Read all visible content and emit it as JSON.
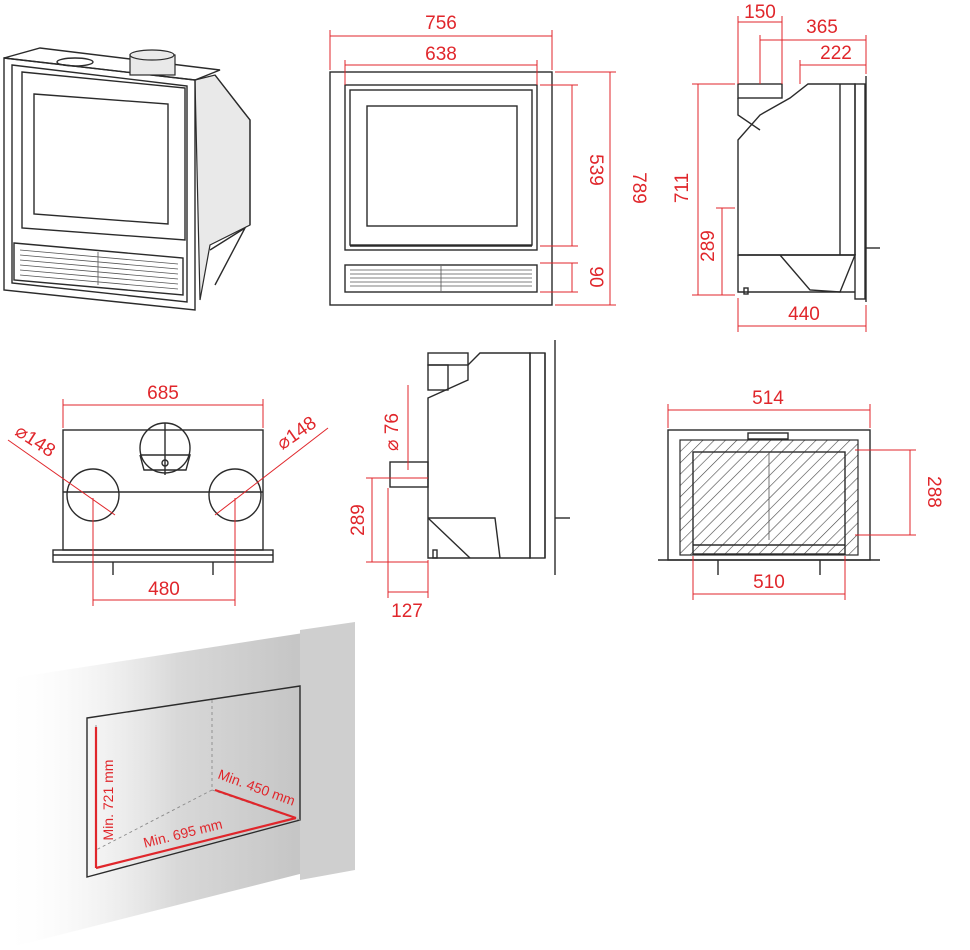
{
  "dimensions": {
    "front_width_outer": "756",
    "front_width_inner": "638",
    "front_height_total": "789",
    "front_height_glass": "539",
    "front_grille_height": "90",
    "side_top_flue": "150",
    "side_top_365": "365",
    "side_top_222": "222",
    "side_height_711": "711",
    "side_height_289": "289",
    "side_depth_440": "440",
    "top_width_685": "685",
    "top_dia_left": "⌀148",
    "top_dia_right": "⌀148",
    "top_spacing_480": "480",
    "section_dia_76": "⌀ 76",
    "section_height_289": "289",
    "section_offset_127": "127",
    "plan_width_514": "514",
    "plan_width_510": "510",
    "plan_depth_288": "288"
  },
  "niche": {
    "min_height": "Min. 721 mm",
    "min_width": "Min. 695 mm",
    "min_depth": "Min. 450 mm"
  },
  "colors": {
    "dimension": "#e0262b",
    "outline": "#2b2b2b"
  }
}
